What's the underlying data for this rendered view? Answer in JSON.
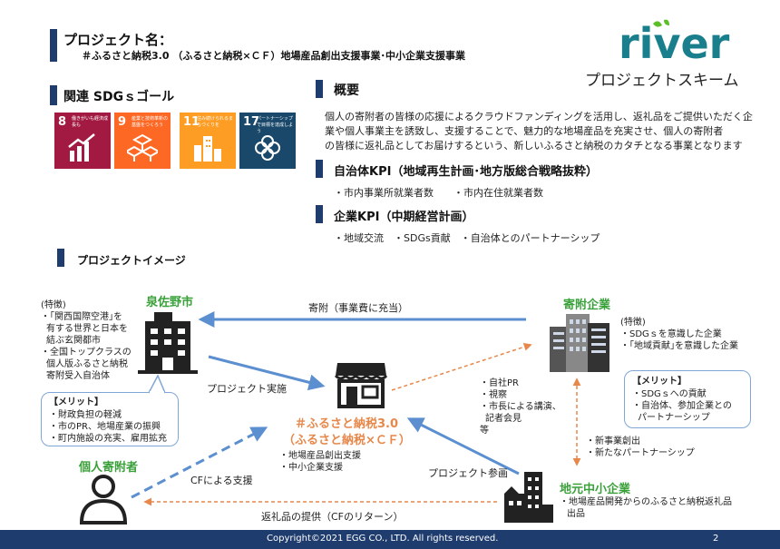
{
  "header": {
    "project_label": "プロジェクト名：",
    "project_name": "＃ふるさと納税3.0 （ふるさと納税×ＣＦ）地場産品創出支援事業･中小企業支援事業"
  },
  "logo": {
    "brand": "river",
    "subtitle": "プロジェクトスキーム",
    "colors": {
      "teal": "#1a7f8c",
      "green": "#5cbf2a"
    }
  },
  "sdg": {
    "heading": "関連 SDGｓゴール",
    "goals": [
      {
        "num": "8",
        "text": "働きがいも経済成長も",
        "color": "#a21942",
        "icon": "growth-chart-icon"
      },
      {
        "num": "9",
        "text": "産業と技術革新の基盤をつくろう",
        "color": "#fd6925",
        "icon": "cubes-icon"
      },
      {
        "num": "11",
        "text": "住み続けられるまちづくりを",
        "color": "#fd9d24",
        "icon": "city-buildings-icon"
      },
      {
        "num": "17",
        "text": "パートナーシップで目標を達成しよう",
        "color": "#19486a",
        "icon": "flower-rings-icon"
      }
    ]
  },
  "overview": {
    "heading": "概要",
    "lines": [
      "個人の寄附者の皆様の応援によるクラウドファンディングを活用し、返礼品をご提供いただく企",
      "業や個人事業主を誘致し、支援することで、魅力的な地場産品を充実させ、個人の寄附者",
      "の皆様に返礼品としてお届けするという、新しいふるさと納税のカタチとなる事業となります"
    ]
  },
  "kpi_municipal": {
    "heading": "自治体KPI（地域再生計画･地方版総合戦略抜粋）",
    "items": "・市内事業所就業者数　　・市内在住就業者数"
  },
  "kpi_corporate": {
    "heading": "企業KPI（中期経営計画）",
    "items": "・地域交流　・SDGs貢献　・自治体とのパートナーシップ"
  },
  "image_section": {
    "heading": "プロジェクトイメージ"
  },
  "city": {
    "name": "泉佐野市",
    "features_title": "(特徴)",
    "features": [
      "・｢関西国際空港｣を",
      "有する世界と日本を",
      "結ぶ玄関都市",
      "・全国トップクラスの",
      "個人版ふるさと納税",
      "寄附受入自治体"
    ],
    "merit_title": "【メリット】",
    "merits": [
      "・財政負担の軽減",
      "・市のPR、地場産業の振興",
      "・町内施設の充実、雇用拡充"
    ]
  },
  "donor_company": {
    "name": "寄附企業",
    "features_title": "(特徴)",
    "features": [
      "・SDGｓを意識した企業",
      "・｢地域貢献｣を意識した企業"
    ],
    "merit_title": "【メリット】",
    "merits": [
      "・SDGｓへの貢献",
      "・自治体、参加企業との",
      "パートナーシップ"
    ]
  },
  "center": {
    "title1": "＃ふるさと納税3.0",
    "title2": "（ふるさと納税×ＣＦ）",
    "items": [
      "・地場産品創出支援",
      "・中小企業支援"
    ]
  },
  "individual": {
    "name": "個人寄附者"
  },
  "local_sme": {
    "name": "地元中小企業",
    "items": [
      "・地場産品開発からのふるさと納税返礼品",
      "出品"
    ]
  },
  "flows": {
    "donation": "寄附（事業費に充当）",
    "implementation": "プロジェクト実施",
    "cf_support": "CFによる支援",
    "participation": "プロジェクト参画",
    "return": "返礼品の提供（CFのリターン）",
    "company_pr": [
      "・自社PR",
      "・視察",
      "・市長による講演、",
      "記者会見",
      "等"
    ],
    "new_business": [
      "・新事業創出",
      "・新たなパートナーシップ"
    ]
  },
  "footer": {
    "copyright": "Copyright©2021 EGG CO., LTD. All rights reserved.",
    "page": "2"
  }
}
